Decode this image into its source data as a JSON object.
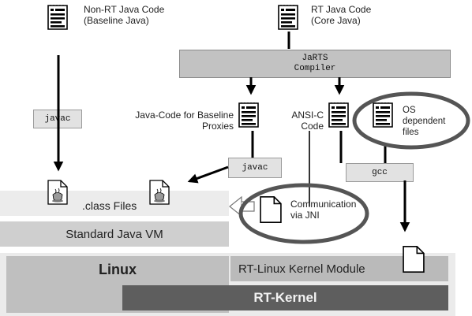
{
  "sources": {
    "non_rt_title": "Non-RT Java Code",
    "non_rt_sub": "(Baseline Java)",
    "rt_title": "RT Java Code",
    "rt_sub": "(Core Java)"
  },
  "compiler": {
    "line1": "JaRTS",
    "line2": "Compiler"
  },
  "outputs": {
    "proxies_line1": "Java-Code for Baseline",
    "proxies_line2": "Proxies",
    "ansi_line1": "ANSI-C",
    "ansi_line2": "Code",
    "os_line1": "OS",
    "os_line2": "dependent",
    "os_line3": "files"
  },
  "tools": {
    "javac_left": "javac",
    "javac_mid": "javac",
    "gcc": "gcc"
  },
  "layers": {
    "class_files": ".class Files",
    "jni_line1": "Communication",
    "jni_line2": "via JNI",
    "standard_vm": "Standard Java VM",
    "linux": "Linux",
    "rt_module": "RT-Linux Kernel Module",
    "rt_kernel": "RT-Kernel"
  },
  "colors": {
    "band_light": "#e8e8e8",
    "band_mid": "#bdbdbd",
    "band_dark": "#5e5e5e",
    "compiler_box": "#c2c2c2",
    "ellipse": "#555555"
  }
}
